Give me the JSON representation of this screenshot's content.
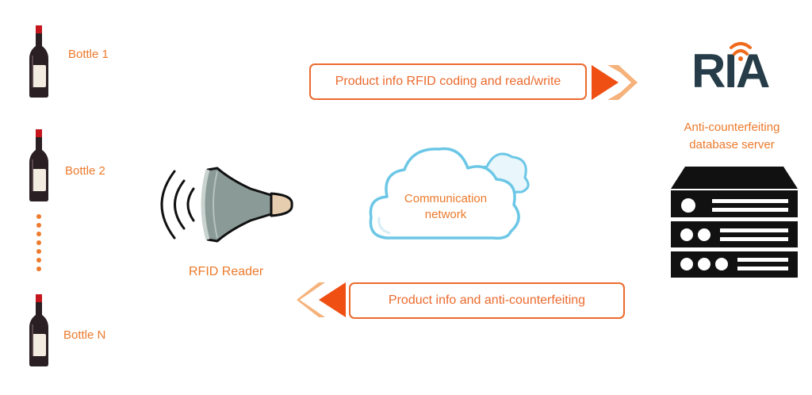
{
  "bottles": [
    {
      "label": "Bottle 1"
    },
    {
      "label": "Bottle 2"
    },
    {
      "label": "Bottle N"
    }
  ],
  "reader": {
    "label": "RFID Reader"
  },
  "cloud": {
    "line1": "Communication",
    "line2": "network"
  },
  "top_box": {
    "text": "Product info RFID coding and read/write"
  },
  "bottom_box": {
    "text": "Product info and anti-counterfeiting"
  },
  "logo": {
    "text": "RIA"
  },
  "server": {
    "line1": "Anti-counterfeiting",
    "line2": "database server"
  },
  "colors": {
    "accent": "#ec6a2e",
    "arrow_dark": "#ef4f12",
    "arrow_light": "#f5b27a",
    "cloud_outline": "#6cc7e6",
    "logo": "#263c48",
    "server": "#111111"
  },
  "icons": [
    "wine-bottle-icon",
    "rfid-reader-icon",
    "cloud-icon",
    "server-icon",
    "signal-icon"
  ]
}
